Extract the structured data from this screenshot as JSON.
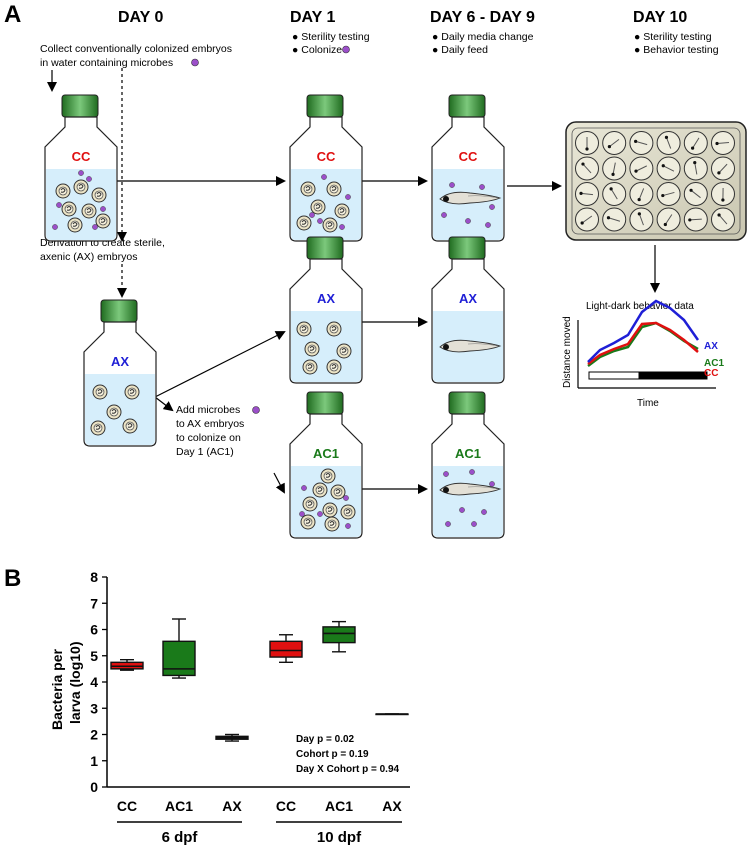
{
  "panel_a": {
    "label": "A",
    "days": {
      "d0": "DAY 0",
      "d1": "DAY 1",
      "d6": "DAY 6 - DAY 9",
      "d10": "DAY 10"
    },
    "day1_bullets": [
      "Sterility testing",
      "Colonize"
    ],
    "day6_bullets": [
      "Daily media change",
      "Daily feed"
    ],
    "day10_bullets": [
      "Sterility testing",
      "Behavior testing"
    ],
    "collect_note": [
      "Collect conventionally colonized embryos",
      "in water containing microbes"
    ],
    "derivation_note": [
      "Derivation to create sterile,",
      "axenic (AX) embryos"
    ],
    "add_note": [
      "Add microbes",
      "to AX embryos",
      "to colonize on",
      "Day 1 (AC1)"
    ],
    "flask_labels": {
      "cc": "CC",
      "ax": "AX",
      "ac1": "AC1"
    },
    "behavior": {
      "title": "Light-dark behavior data",
      "ylabel": "Distance moved",
      "xlabel": "Time",
      "series": [
        {
          "name": "AX",
          "color": "#1f1fd6"
        },
        {
          "name": "AC1",
          "color": "#1a7a1a"
        },
        {
          "name": "CC",
          "color": "#e01010"
        }
      ]
    },
    "colors": {
      "cc": "#e01010",
      "ax": "#1f1fd6",
      "ac1": "#1a7a1a",
      "microbe": "#9b4fc9",
      "water": "#d6eefb",
      "cap": "#3f9a3f"
    }
  },
  "panel_b": {
    "label": "B",
    "chart_data": {
      "type": "box",
      "ylabel": "Bacteria per larva (log10)",
      "ylim": [
        0,
        8
      ],
      "yticks": [
        "0",
        "1",
        "2",
        "3",
        "4",
        "5",
        "6",
        "7",
        "8"
      ],
      "categories": [
        "CC",
        "AC1",
        "AX",
        "CC",
        "AC1",
        "AX"
      ],
      "groups": [
        {
          "name": "6 dpf",
          "members": [
            0,
            1,
            2
          ]
        },
        {
          "name": "10 dpf",
          "members": [
            3,
            4,
            5
          ]
        }
      ],
      "boxes": [
        {
          "category": "CC",
          "group": "6 dpf",
          "min": 4.45,
          "q1": 4.5,
          "median": 4.6,
          "q3": 4.75,
          "max": 4.85,
          "color": "#e01010"
        },
        {
          "category": "AC1",
          "group": "6 dpf",
          "min": 4.15,
          "q1": 4.25,
          "median": 4.5,
          "q3": 5.55,
          "max": 6.4,
          "color": "#1a7a1a"
        },
        {
          "category": "AX",
          "group": "6 dpf",
          "min": 1.75,
          "q1": 1.82,
          "median": 1.88,
          "q3": 1.93,
          "max": 2.0,
          "color": "#222222"
        },
        {
          "category": "CC",
          "group": "10 dpf",
          "min": 4.75,
          "q1": 4.95,
          "median": 5.2,
          "q3": 5.55,
          "max": 5.8,
          "color": "#e01010"
        },
        {
          "category": "AC1",
          "group": "10 dpf",
          "min": 5.15,
          "q1": 5.5,
          "median": 5.85,
          "q3": 6.1,
          "max": 6.3,
          "color": "#1a7a1a"
        },
        {
          "category": "AX",
          "group": "10 dpf",
          "min": 2.78,
          "q1": 2.78,
          "median": 2.78,
          "q3": 2.78,
          "max": 2.78,
          "color": "#222222"
        }
      ],
      "annotations": [
        "Day p = 0.02",
        "Cohort p = 0.19",
        "Day X Cohort p = 0.94"
      ]
    }
  }
}
